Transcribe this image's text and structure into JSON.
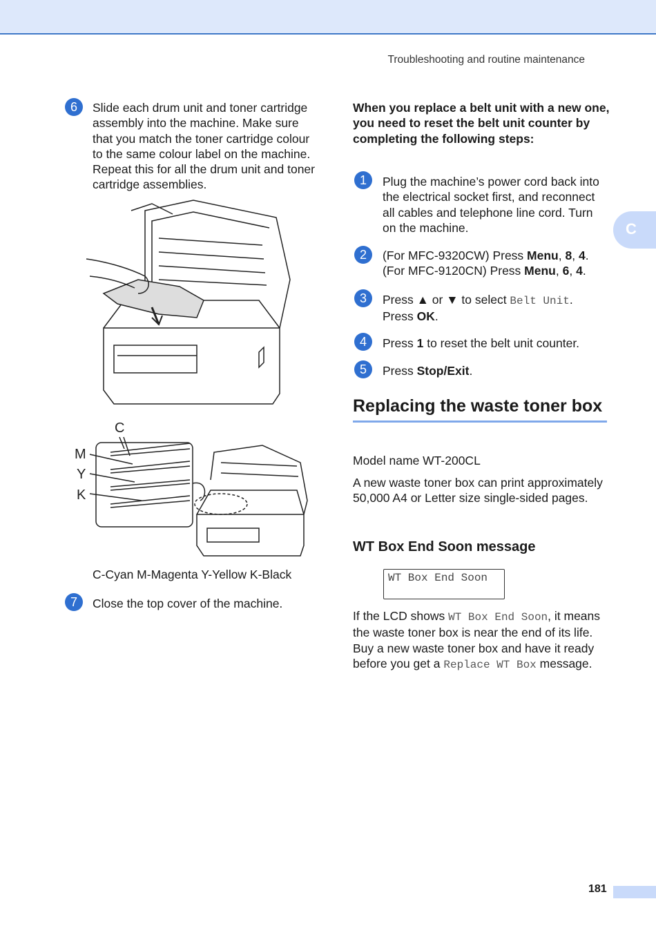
{
  "header": {
    "running_title": "Troubleshooting and routine maintenance",
    "chapter_tab": "C"
  },
  "left": {
    "step6": {
      "num": "6",
      "text": "Slide each drum unit and toner cartridge assembly into the machine. Make sure that you match the toner cartridge colour to the same colour label on the machine. Repeat this for all the drum unit and toner cartridge assemblies."
    },
    "figure_labels": {
      "c": "C",
      "m": "M",
      "y": "Y",
      "k": "K"
    },
    "caption": "C-Cyan M-Magenta Y-Yellow K-Black",
    "step7": {
      "num": "7",
      "text": "Close the top cover of the machine."
    }
  },
  "right": {
    "intro": "When you replace a belt unit with a new one, you need to reset the belt unit counter by completing the following steps:",
    "s1": {
      "num": "1",
      "text": "Plug the machine’s power cord back into the electrical socket first, and reconnect all cables and telephone line cord. Turn on the machine."
    },
    "s2": {
      "num": "2",
      "l1_pre": "(For MFC-9320CW) Press ",
      "l1_menu": "Menu",
      "l1_sep": ", ",
      "l1_a": "8",
      "l1_sep2": ", ",
      "l1_b": "4",
      "l1_end": ".",
      "l2_pre": "(For MFC-9120CN) Press ",
      "l2_menu": "Menu",
      "l2_sep": ", ",
      "l2_a": "6",
      "l2_sep2": ", ",
      "l2_b": "4",
      "l2_end": "."
    },
    "s3": {
      "num": "3",
      "pre": "Press ▲ or ▼ to select ",
      "lcd": "Belt Unit",
      "end": ".",
      "l2_pre": "Press ",
      "l2_ok": "OK",
      "l2_end": "."
    },
    "s4": {
      "num": "4",
      "pre": "Press ",
      "key": "1",
      "post": " to reset the belt unit counter."
    },
    "s5": {
      "num": "5",
      "pre": "Press ",
      "key": "Stop/Exit",
      "end": "."
    },
    "section_title": "Replacing the waste toner box",
    "model": "Model name WT-200CL",
    "capacity": "A new waste toner box can print approximately 50,000 A4 or Letter size single-sided pages.",
    "subheading": "WT Box End Soon message",
    "lcd_display": "WT Box End Soon",
    "msg": {
      "p1": "If the LCD shows ",
      "lcd1": "WT Box End Soon",
      "p2": ", it means the waste toner box is near the end of its life. Buy a new waste toner box and have it ready before you get a ",
      "lcd2": "Replace WT Box",
      "p3": " message."
    }
  },
  "footer": {
    "page_number": "181"
  }
}
